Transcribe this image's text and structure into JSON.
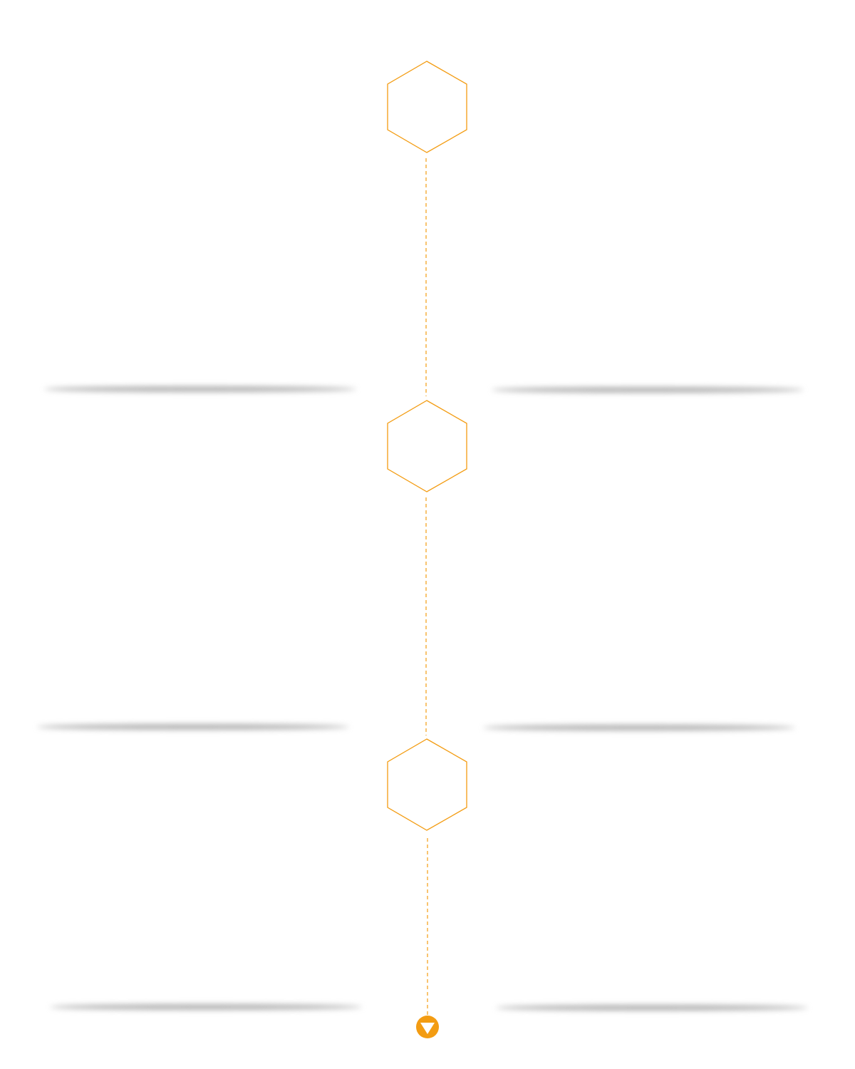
{
  "colors": {
    "accent": "#F39C12",
    "shadow": "#9E9E9E",
    "background": "#FFFFFF",
    "arrow_glyph": "#FFFFFF"
  },
  "timeline": {
    "orientation": "vertical",
    "connector_style": "dashed",
    "nodes": [
      {
        "shape": "hexagon",
        "label": ""
      },
      {
        "shape": "hexagon",
        "label": ""
      },
      {
        "shape": "hexagon",
        "label": ""
      }
    ],
    "end_marker": {
      "icon": "down-arrow-icon"
    }
  },
  "side_cards": [
    {
      "row": 1,
      "left_text": "",
      "right_text": ""
    },
    {
      "row": 2,
      "left_text": "",
      "right_text": ""
    },
    {
      "row": 3,
      "left_text": "",
      "right_text": ""
    }
  ]
}
